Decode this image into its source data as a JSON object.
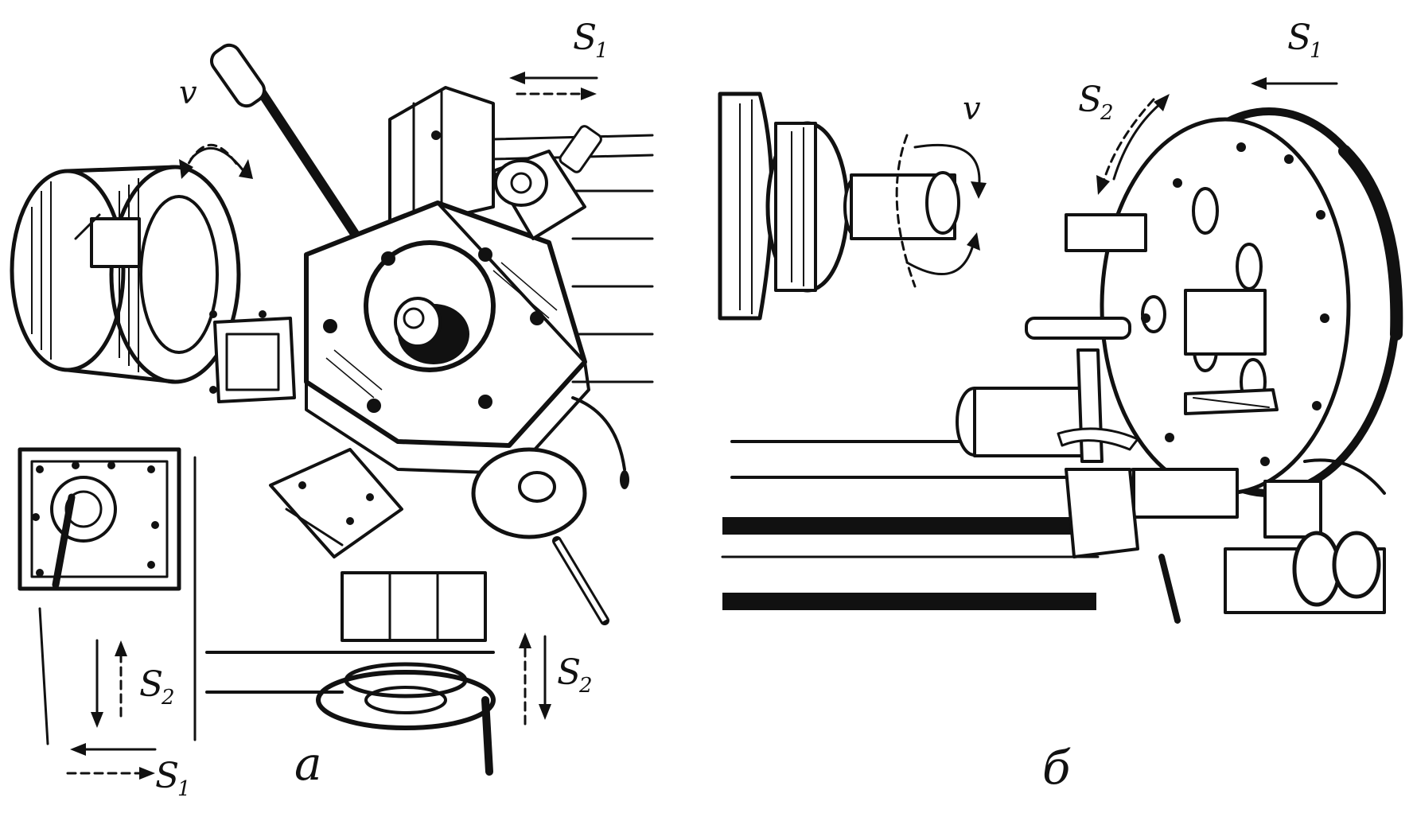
{
  "figure": {
    "panel_a": {
      "caption": "а",
      "labels": {
        "v": "v",
        "s1_top_main": "S",
        "s1_top_sub": "1",
        "s2_left_main": "S",
        "s2_left_sub": "2",
        "s2_right_main": "S",
        "s2_right_sub": "2",
        "s1_bottom_main": "S",
        "s1_bottom_sub": "1"
      }
    },
    "panel_b": {
      "caption": "б",
      "labels": {
        "v": "v",
        "s1_main": "S",
        "s1_sub": "1",
        "s2_main": "S",
        "s2_sub": "2"
      }
    },
    "colors": {
      "ink": "#111111",
      "paper": "#ffffff"
    }
  }
}
